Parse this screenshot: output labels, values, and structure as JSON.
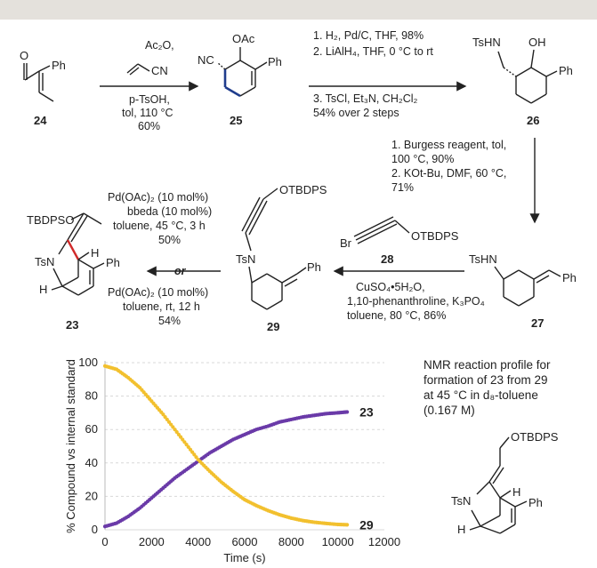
{
  "colors": {
    "header_bar": "#e4e1dc",
    "bond_highlight_blue": "#1f3c8c",
    "bond_highlight_red": "#d02a2a",
    "series_23": "#6a3aa8",
    "series_29": "#f2c02e",
    "grid": "#d8d8d8"
  },
  "scheme": {
    "compounds": {
      "c24": "24",
      "c25": "25",
      "c26": "26",
      "c27": "27",
      "c28": "28",
      "c29": "29",
      "c23": "23"
    },
    "atoms": {
      "ph": "Ph",
      "oac": "OAc",
      "nc": "NC",
      "cn": "CN",
      "tshn": "TsHN",
      "oh": "OH",
      "otbdps": "OTBDPS",
      "br": "Br",
      "tsn": "TsN",
      "tbdpso": "TBDPSO",
      "h": "H",
      "o": "O"
    },
    "step1": {
      "above": "Ac₂O,",
      "below": [
        "p-TsOH,",
        "tol, 110 °C",
        "60%"
      ]
    },
    "step2": {
      "lines": [
        "1. H₂, Pd/C, THF, 98%",
        "2. LiAlH₄, THF, 0 °C to rt",
        "3. TsCl, Et₃N, CH₂Cl₂",
        "54% over 2 steps"
      ]
    },
    "step3": {
      "lines": [
        "1. Burgess reagent, tol,",
        "100 °C, 90%",
        "2. KOt-Bu, DMF, 60 °C,",
        "71%"
      ]
    },
    "step4": {
      "lines": [
        "CuSO₄•5H₂O,",
        "1,10-phenanthroline, K₃PO₄",
        "toluene, 80 °C, 86%"
      ]
    },
    "step5": {
      "above": [
        "Pd(OAc)₂ (10 mol%)",
        "bbeda (10 mol%)",
        "toluene, 45 °C, 3 h",
        "50%"
      ],
      "or": "or",
      "below": [
        "Pd(OAc)₂ (10 mol%)",
        "toluene, rt, 12 h",
        "54%"
      ]
    }
  },
  "chart_note": [
    "NMR reaction profile for",
    "formation of 23 from 29",
    "at 45 °C in d₈-toluene",
    "(0.167 M)"
  ],
  "chart_data": {
    "type": "scatter",
    "xlabel": "Time (s)",
    "ylabel": "% Compound vs internal standard",
    "xlim": [
      0,
      12000
    ],
    "ylim": [
      0,
      100
    ],
    "xticks": [
      0,
      2000,
      4000,
      6000,
      8000,
      10000,
      12000
    ],
    "yticks": [
      0,
      20,
      40,
      60,
      80,
      100
    ],
    "grid": true,
    "series": [
      {
        "name": "23",
        "color": "#6a3aa8",
        "x": [
          0,
          500,
          1000,
          1500,
          2000,
          2500,
          3000,
          3500,
          4000,
          4500,
          5000,
          5500,
          6000,
          6500,
          7000,
          7500,
          8000,
          8500,
          9000,
          9500,
          10000,
          10400
        ],
        "y": [
          2,
          4,
          8,
          13,
          19,
          25,
          31,
          36,
          41,
          46,
          50,
          54,
          57,
          60,
          62,
          64.5,
          66,
          67.5,
          68.5,
          69.5,
          70,
          70.5
        ]
      },
      {
        "name": "29",
        "color": "#f2c02e",
        "x": [
          0,
          500,
          1000,
          1500,
          2000,
          2500,
          3000,
          3500,
          4000,
          4500,
          5000,
          5500,
          6000,
          6500,
          7000,
          7500,
          8000,
          8500,
          9000,
          9500,
          10000,
          10400
        ],
        "y": [
          98,
          96,
          91,
          85,
          77,
          69,
          60,
          51,
          42,
          35,
          28.5,
          23,
          18,
          14.5,
          11.5,
          9,
          7,
          5.5,
          4.5,
          3.8,
          3.2,
          3
        ]
      }
    ]
  }
}
